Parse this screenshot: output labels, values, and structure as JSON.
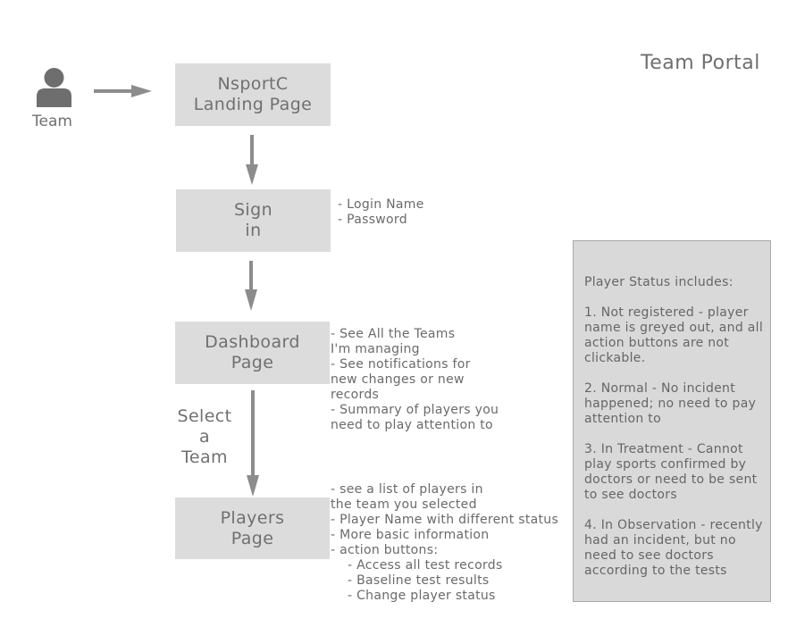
{
  "title": "Team Portal",
  "actor": {
    "label": "Team",
    "icon": "person-icon"
  },
  "boxes": {
    "landing": "NsportC\nLanding Page",
    "signin": "Sign\nin",
    "dashboard": "Dashboard\nPage",
    "players": "Players\nPage"
  },
  "select_team_label": "Select\na\nTeam",
  "notes": {
    "signin": "- Login Name\n- Password",
    "dashboard": "- See All the Teams\nI'm managing\n- See notifications for\nnew changes or new\nrecords\n- Summary of players you\nneed to play attention to",
    "players": "- see a list of players in\nthe team you selected\n- Player Name with different status\n- More basic information\n- action buttons:\n    - Access all test records\n    - Baseline test results\n    - Change player status"
  },
  "player_status": {
    "heading": "Player Status includes:",
    "items": [
      "1. Not registered - player name is greyed out, and all action buttons are not clickable.",
      "2. Normal - No incident happened; no need to pay attention to",
      "3. In Treatment - Cannot play sports confirmed by doctors or need to be sent to see doctors",
      "4. In Observation - recently had an incident, but no need to see doctors according to the tests"
    ]
  },
  "colors": {
    "box_fill": "#dcdcdc",
    "arrow": "#8c8c8c",
    "panel_fill": "#d9d9d9",
    "text": "#707070"
  }
}
